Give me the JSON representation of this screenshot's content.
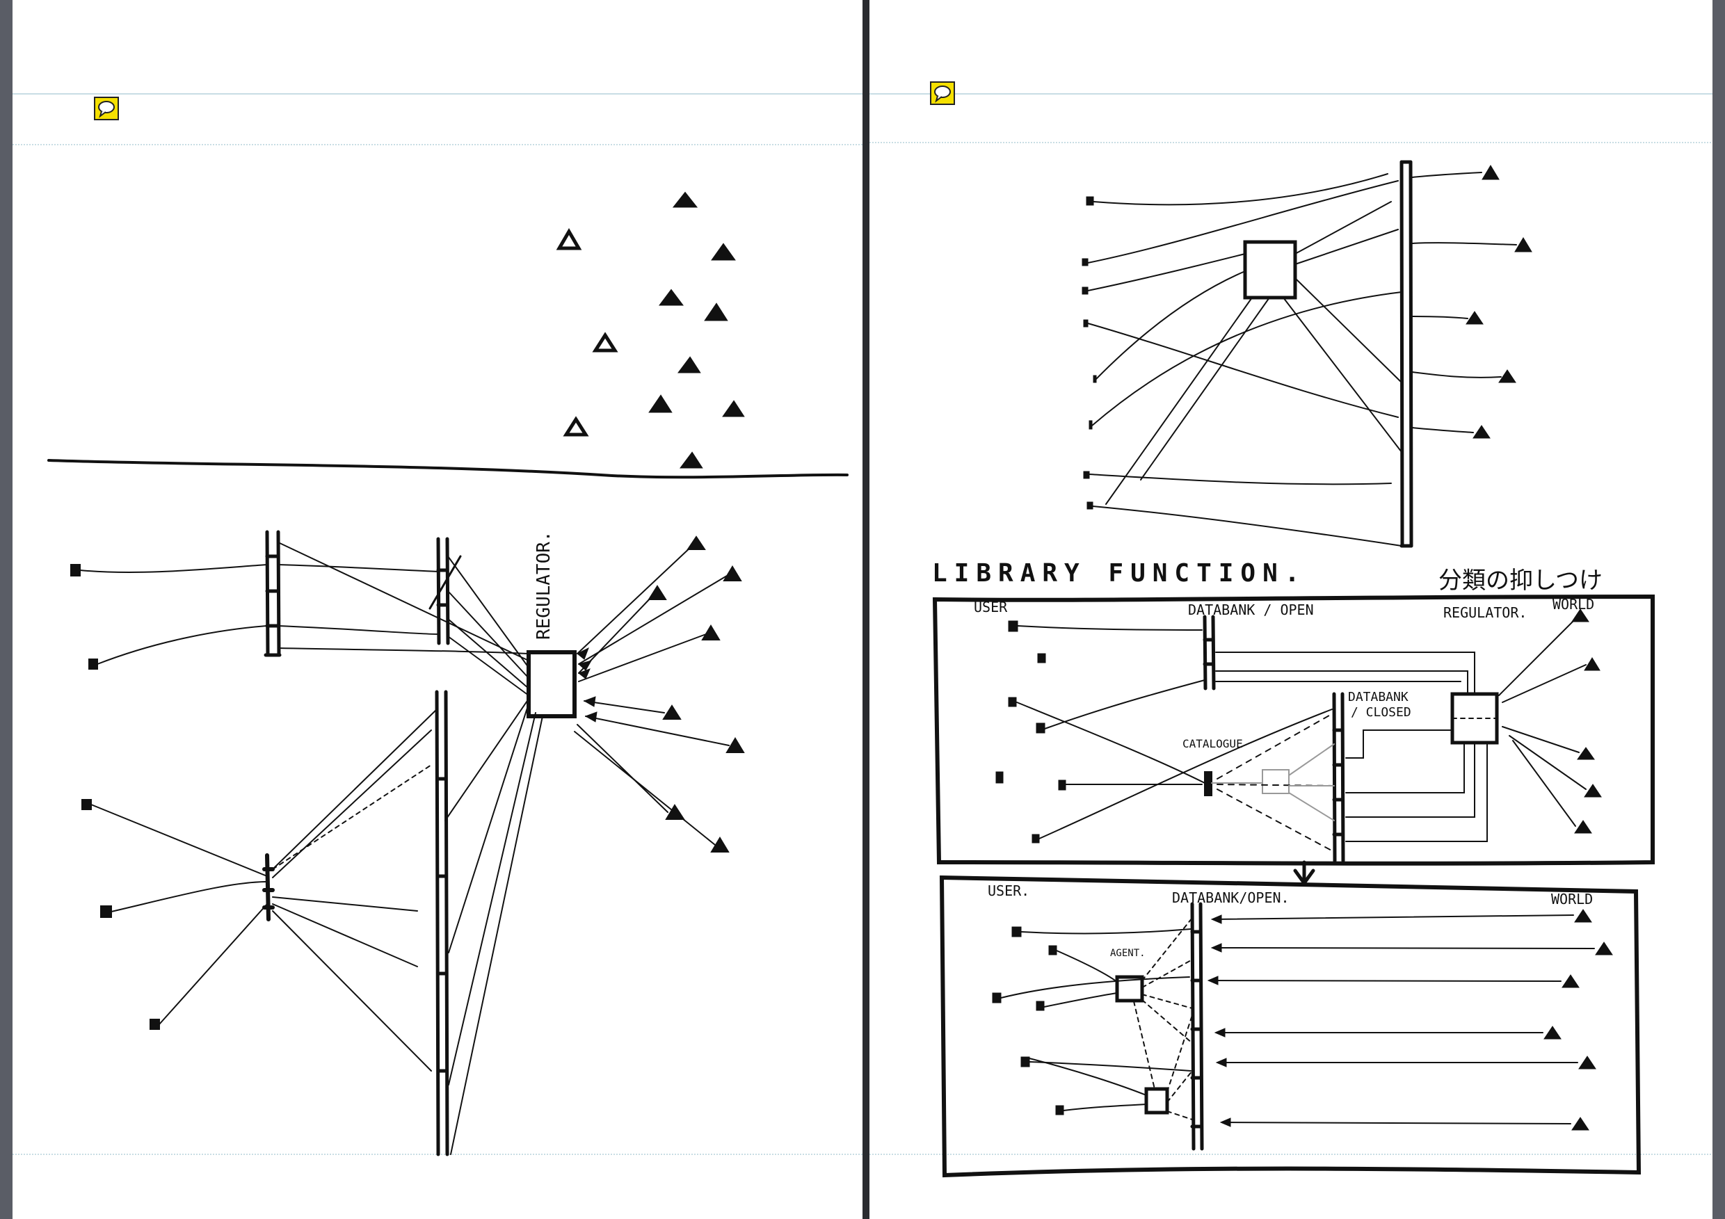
{
  "colors": {
    "paper": "#ffffff",
    "cover": "#5a5d66",
    "ink": "#111111",
    "rule": "#b9d3dc",
    "comment_note": "#f5e000"
  },
  "left_page": {
    "comment_icon": "comment-note-icon",
    "labels": {
      "regulator": "REGULATOR."
    }
  },
  "right_page": {
    "comment_icon": "comment-note-icon",
    "heading": "LIBRARY FUNCTION.",
    "heading_note": "分類の抑しつけ",
    "panel_top": {
      "user": "USER",
      "databank_open": "DATABANK / OPEN",
      "regulator": "REGULATOR.",
      "world": "WORLD",
      "databank_closed_1": "DATABANK",
      "databank_closed_2": "/ CLOSED",
      "catalogue": "CATALOGUE"
    },
    "panel_bottom": {
      "user": "USER.",
      "databank_open": "DATABANK/OPEN.",
      "world": "WORLD",
      "agent": "AGENT."
    }
  }
}
